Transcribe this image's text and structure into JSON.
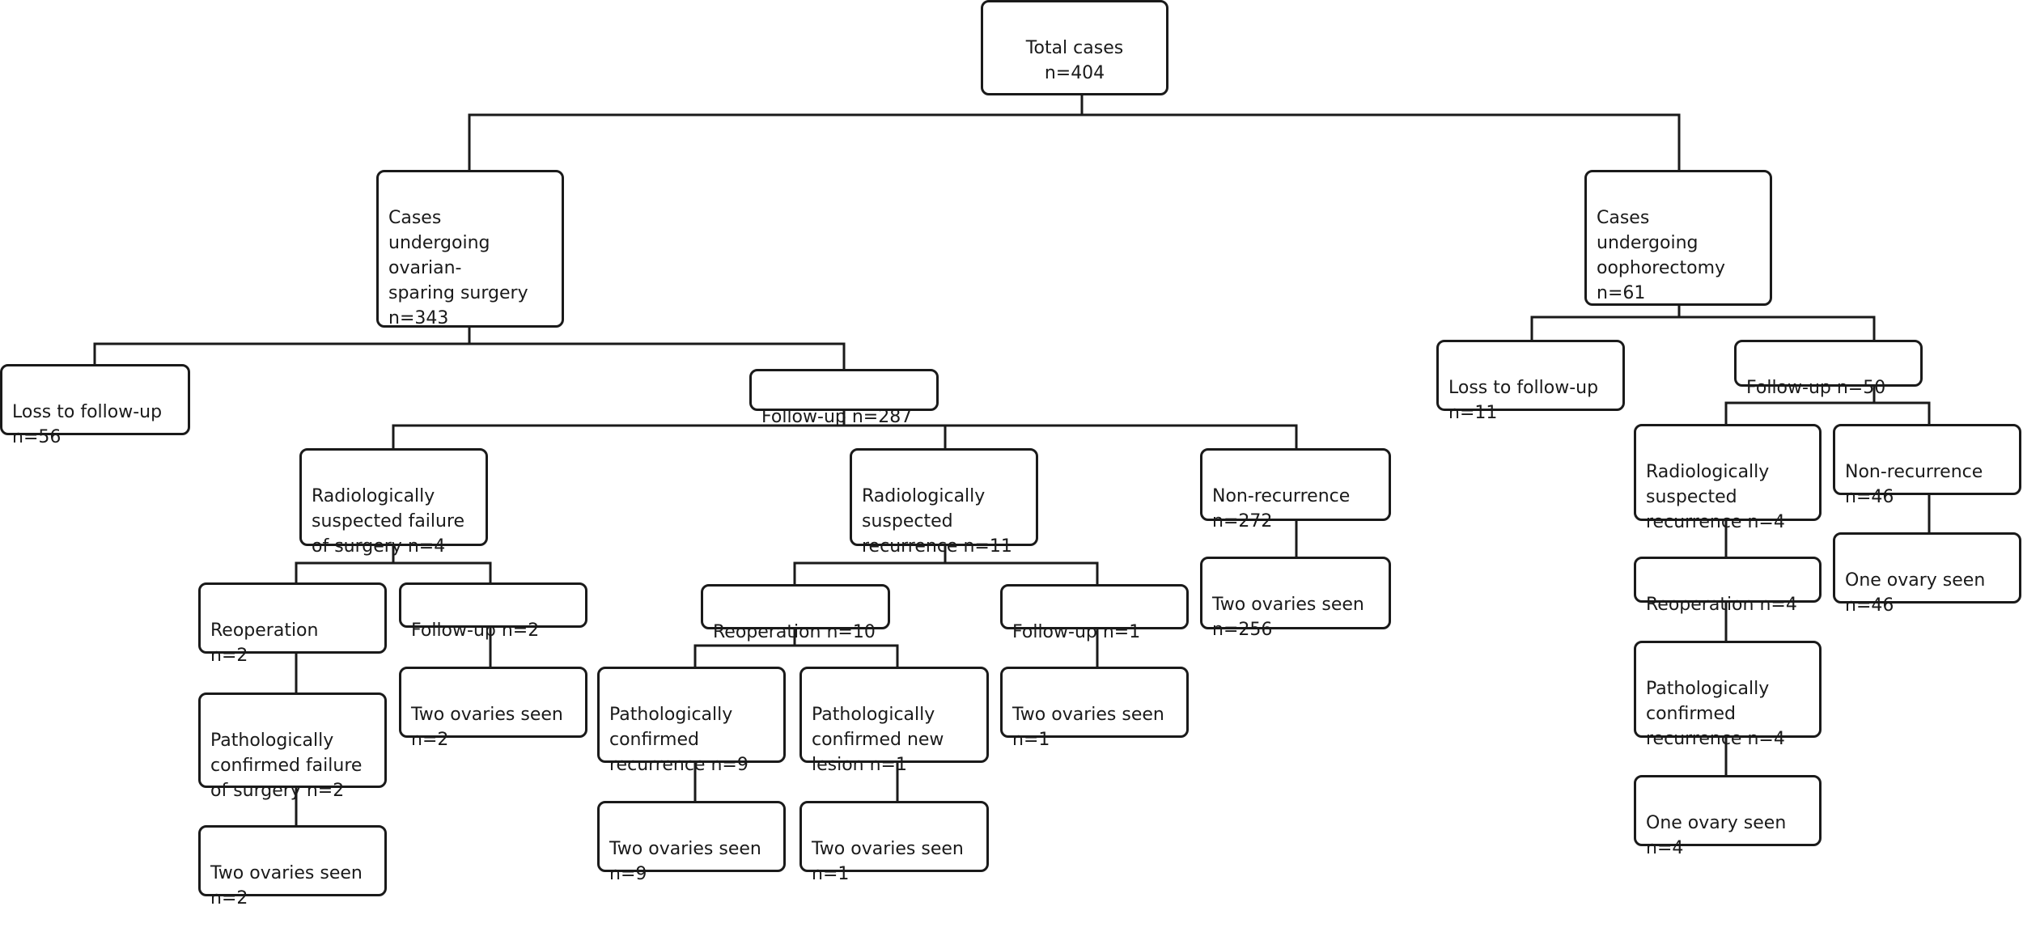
{
  "nodes": {
    "total": "Total cases\nn=404",
    "ovarian_sparing": "Cases\nundergoing\novarian-\nsparing surgery\nn=343",
    "oophorectomy": "Cases\nundergoing\noophorectomy\nn=61",
    "os_loss": "Loss to follow-up\n n=56",
    "os_followup": "Follow-up n=287",
    "os_rad_failure": "Radiologically\nsuspected failure\nof surgery  n=4",
    "os_rad_recurrence": "Radiologically\nsuspected\nrecurrence n=11",
    "os_nonrecurrence": "Non-recurrence\nn=272",
    "os_nonrec_two": "Two ovaries seen\nn=256",
    "fail_reoperation": "Reoperation\n n=2",
    "fail_followup": "Follow-up n=2",
    "fail_path": "Pathologically\nconfirmed failure\nof surgery  n=2",
    "fail_path_two": "Two ovaries seen\nn=2",
    "fail_followup_two": "Two ovaries seen\nn=2",
    "rec_reoperation": "Reoperation n=10",
    "rec_followup": "Follow-up n=1",
    "rec_path_recurrence": "Pathologically\nconfirmed\nrecurrence n=9",
    "rec_path_new": "Pathologically\nconfirmed new\nlesion n=1",
    "rec_path_recurrence_two": "Two ovaries seen\nn=9",
    "rec_path_new_two": "Two ovaries seen\nn=1",
    "rec_followup_two": "Two ovaries seen\nn=1",
    "ooph_loss": "Loss to follow-up\nn=11",
    "ooph_followup": "Follow-up n=50",
    "ooph_rad_recurrence": "Radiologically\nsuspected\nrecurrence n=4",
    "ooph_nonrecurrence": "Non-recurrence\nn=46",
    "ooph_nonrec_one": "One ovary seen\nn=46",
    "ooph_reoperation": "Reoperation n=4",
    "ooph_path": "Pathologically\nconfirmed\nrecurrence n=4",
    "ooph_path_one": "One ovary seen\nn=4"
  }
}
